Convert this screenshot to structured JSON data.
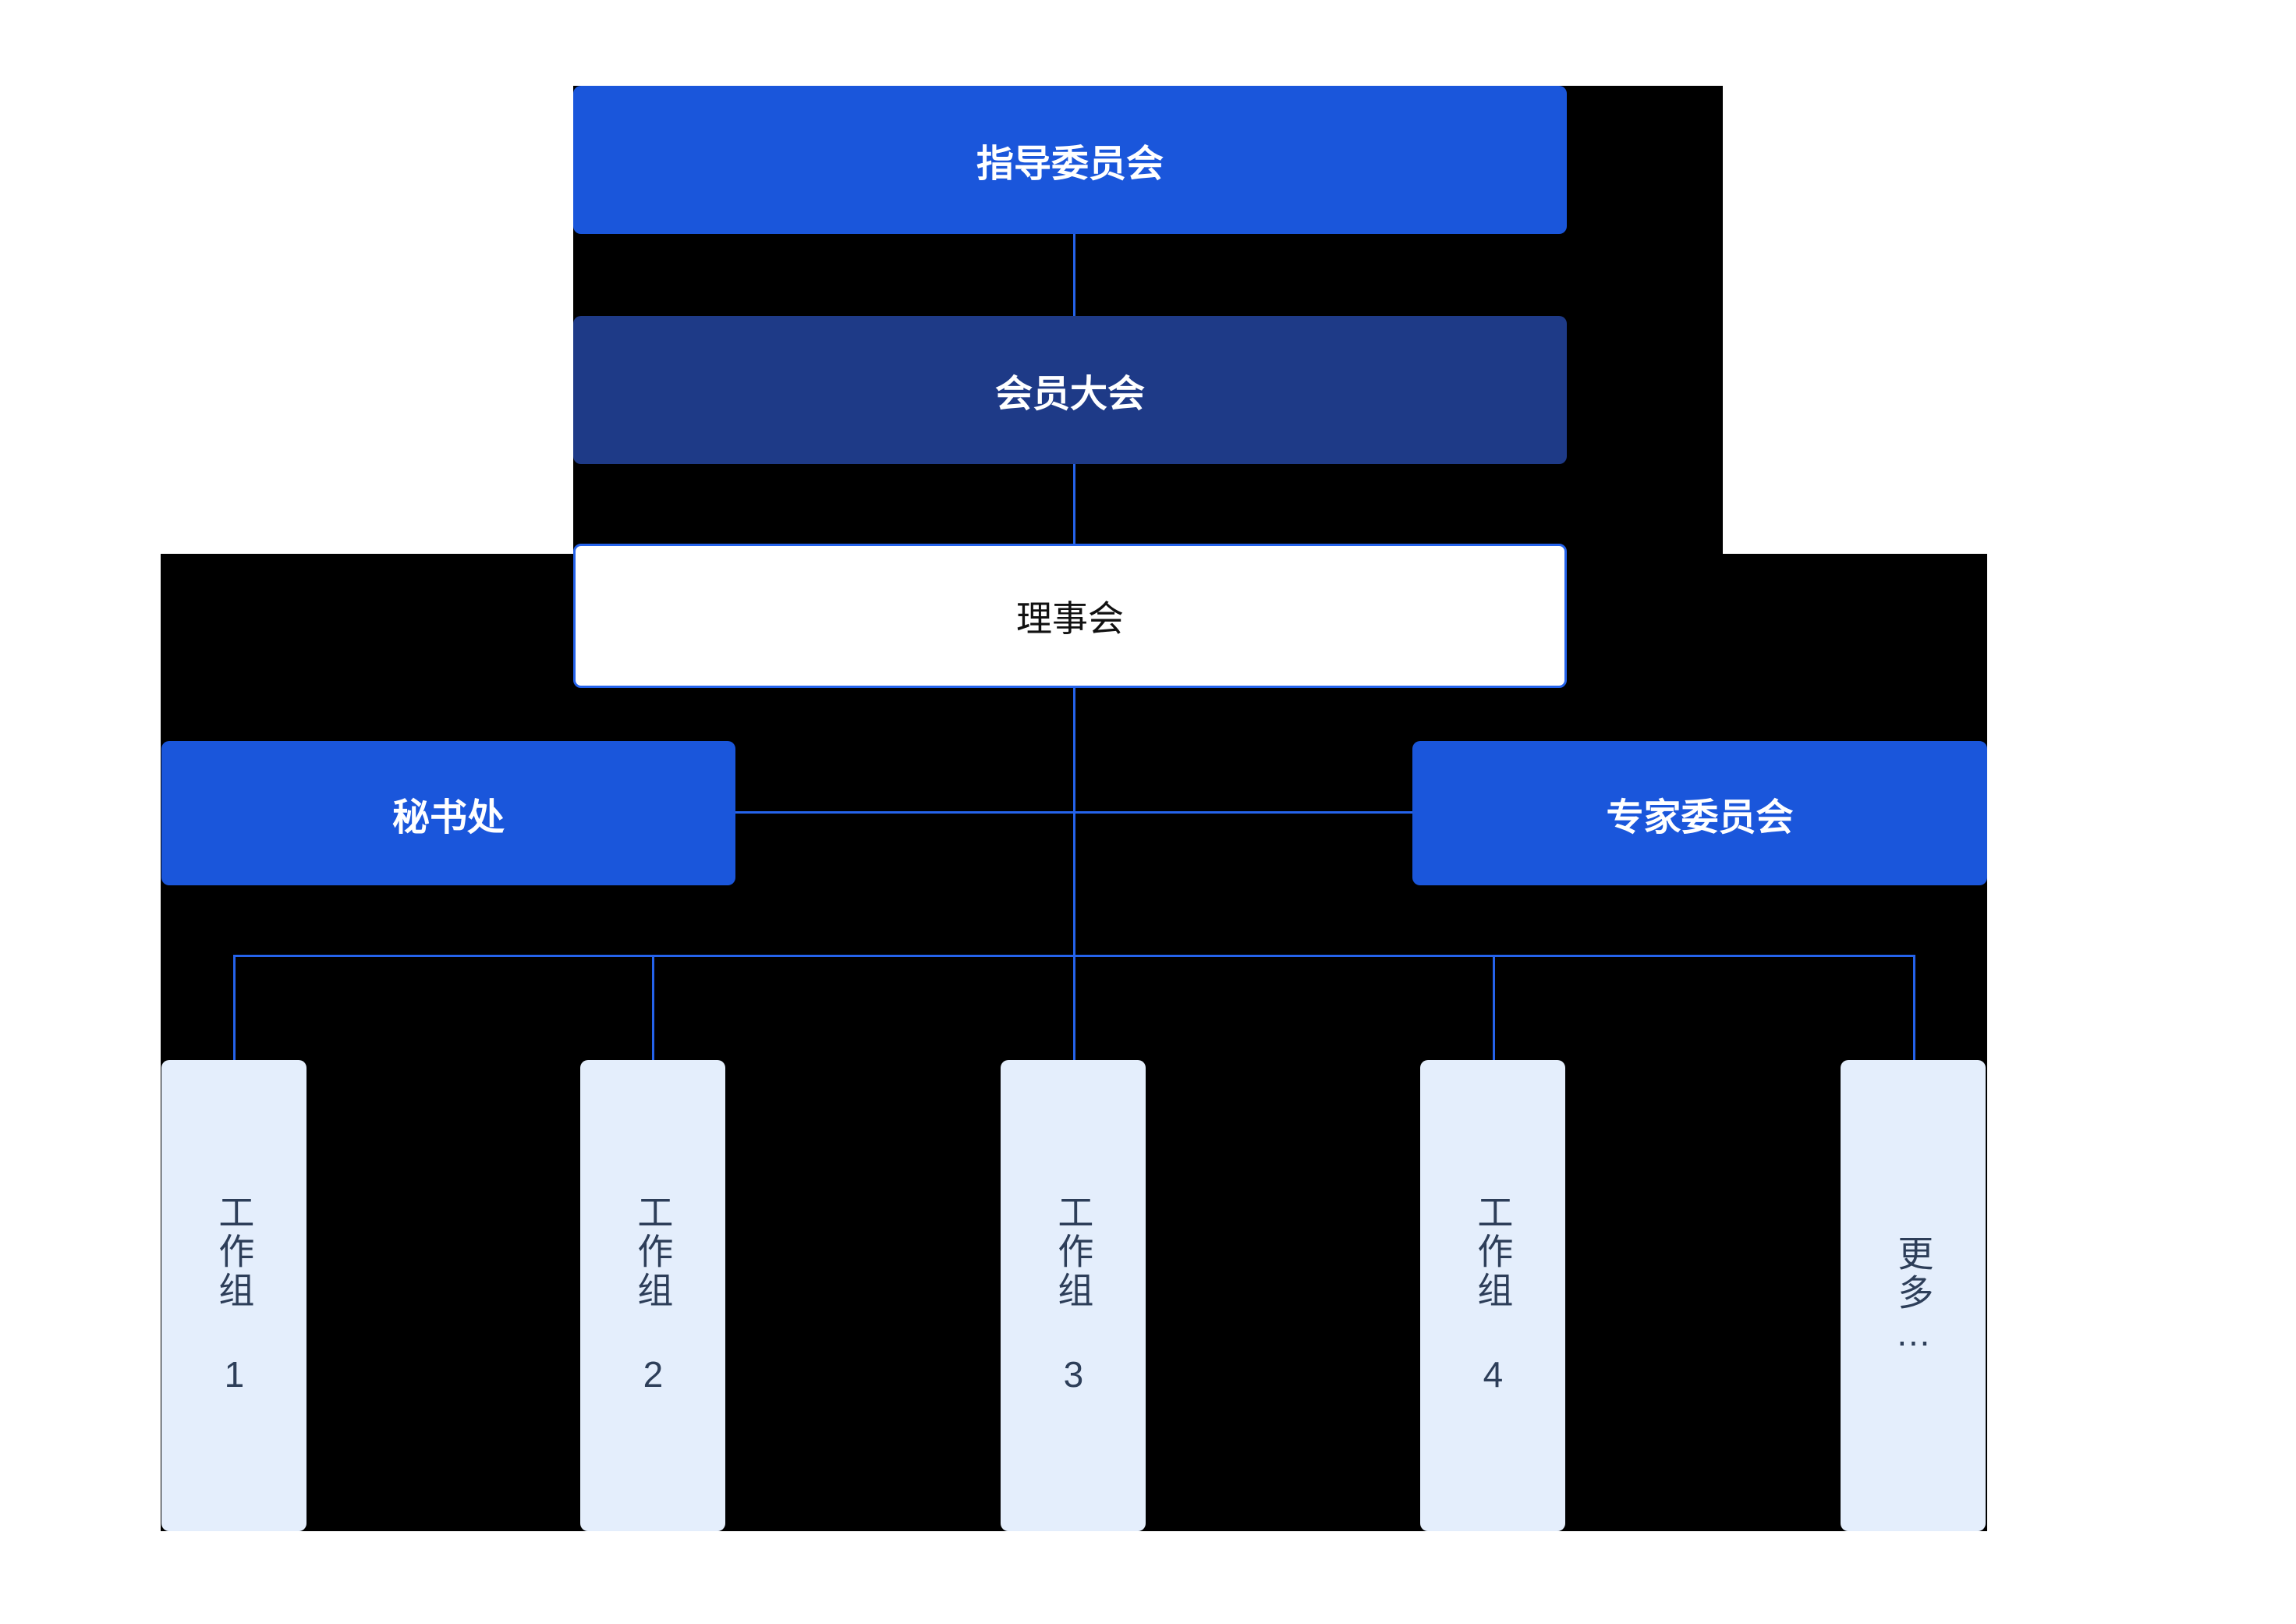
{
  "diagram": {
    "type": "organization-chart",
    "background_color": "#000000",
    "page_background_color": "#ffffff",
    "connector_color": "#2563eb",
    "colors": {
      "primary_blue": "#1a56db",
      "navy_blue": "#1e3a87",
      "outline_white": "#ffffff",
      "leaf_light_blue": "#e4eefc",
      "leaf_text": "#2d3e59"
    },
    "nodes": {
      "steering_committee": "指导委员会",
      "general_assembly": "会员大会",
      "board": "理事会",
      "secretariat": "秘书处",
      "expert_committee": "专家委员会"
    },
    "working_groups": [
      {
        "label": "工作组 1"
      },
      {
        "label": "工作组 2"
      },
      {
        "label": "工作组 3"
      },
      {
        "label": "工作组 4"
      },
      {
        "label": "更多…"
      }
    ]
  }
}
